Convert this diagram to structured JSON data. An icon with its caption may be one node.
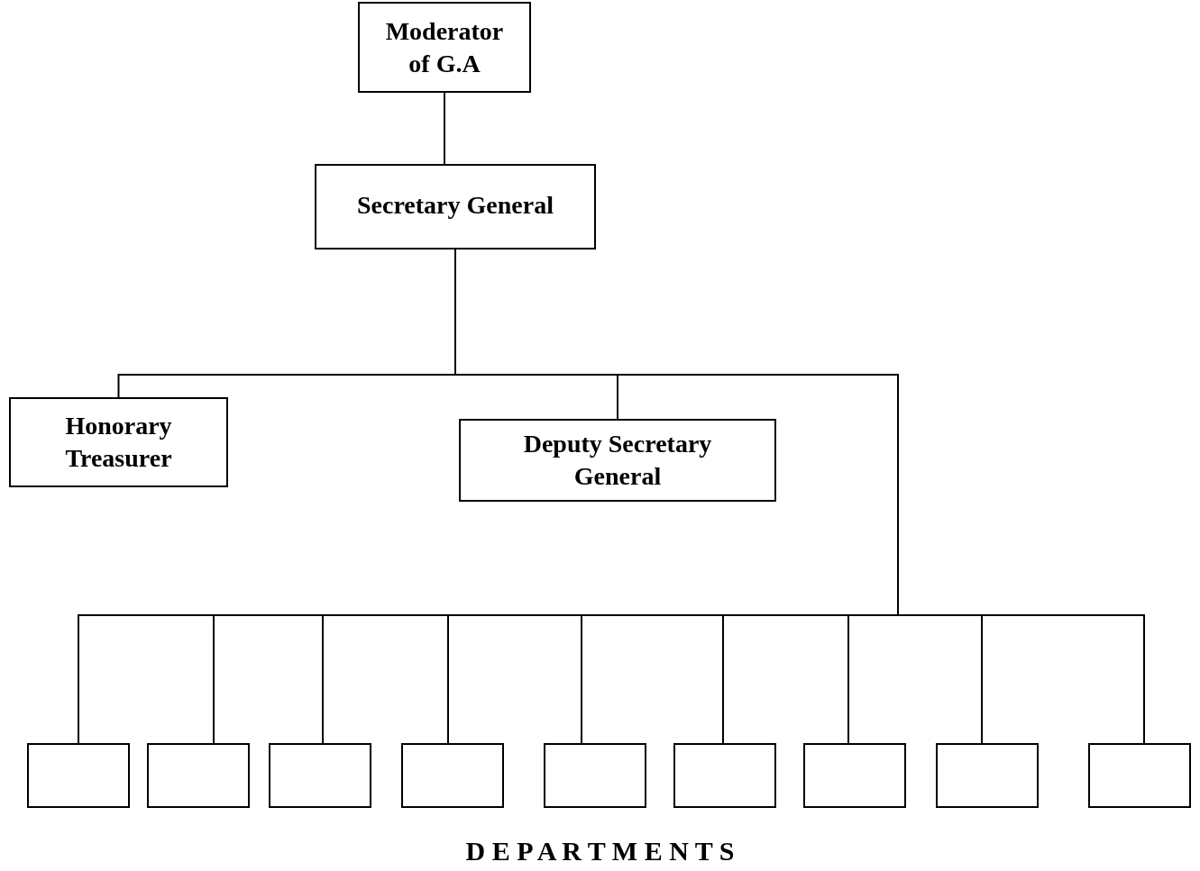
{
  "diagram": {
    "nodes": [
      {
        "text": [
          "Moderator of G.A"
        ]
      },
      {
        "text": [
          "Secretary General"
        ]
      },
      {
        "text": [
          "Honorary Treasurer"
        ]
      },
      {
        "text": [
          "Deputy Secretary General"
        ]
      },
      {
        "text": [],
        "shape": "box"
      },
      {
        "text": [],
        "shape": "box"
      },
      {
        "text": [],
        "shape": "box"
      },
      {
        "text": [],
        "shape": "box"
      },
      {
        "text": [],
        "shape": "box"
      },
      {
        "text": [],
        "shape": "box"
      },
      {
        "text": [],
        "shape": "box"
      },
      {
        "text": [],
        "shape": "box"
      },
      {
        "text": [],
        "shape": "box"
      }
    ],
    "edges": [
      {
        "from": 0,
        "to": 1,
        "arrow": "none"
      },
      {
        "from": 1,
        "to": 2,
        "arrow": "none"
      },
      {
        "from": 1,
        "to": 3,
        "arrow": "none"
      },
      {
        "from": 1,
        "to": 4,
        "arrow": "none"
      },
      {
        "from": 1,
        "to": 5,
        "arrow": "none"
      },
      {
        "from": 1,
        "to": 6,
        "arrow": "none"
      },
      {
        "from": 1,
        "to": 7,
        "arrow": "none"
      },
      {
        "from": 1,
        "to": 8,
        "arrow": "none"
      },
      {
        "from": 1,
        "to": 9,
        "arrow": "none"
      },
      {
        "from": 1,
        "to": 10,
        "arrow": "none"
      },
      {
        "from": 1,
        "to": 11,
        "arrow": "none"
      },
      {
        "from": 1,
        "to": 12,
        "arrow": "none"
      }
    ],
    "labels": [
      "D E P A R T M E N T S"
    ]
  }
}
